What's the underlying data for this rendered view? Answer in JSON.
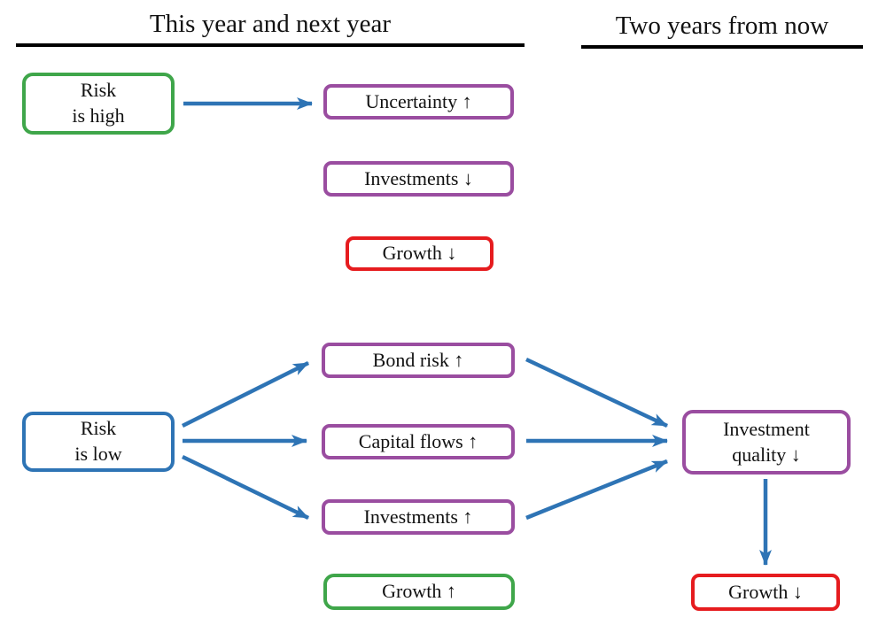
{
  "headers": {
    "left": "This year and next year",
    "right": "Two years from now"
  },
  "nodes": {
    "risk_high": {
      "label": "Risk\nis high",
      "border_color": "#3fa64a"
    },
    "uncertainty_up": {
      "label": "Uncertainty ↑",
      "border_color": "#9a4da0"
    },
    "investments_down": {
      "label": "Investments ↓",
      "border_color": "#9a4da0"
    },
    "growth_down_near": {
      "label": "Growth ↓",
      "border_color": "#e61c1f"
    },
    "risk_low": {
      "label": "Risk\nis low",
      "border_color": "#2e74b5"
    },
    "bond_risk_up": {
      "label": "Bond risk ↑",
      "border_color": "#9a4da0"
    },
    "capital_flows_up": {
      "label": "Capital flows ↑",
      "border_color": "#9a4da0"
    },
    "investments_up": {
      "label": "Investments ↑",
      "border_color": "#9a4da0"
    },
    "growth_up": {
      "label": "Growth ↑",
      "border_color": "#3fa64a"
    },
    "investment_quality": {
      "label": "Investment\nquality ↓",
      "border_color": "#9a4da0"
    },
    "growth_down_future": {
      "label": "Growth ↓",
      "border_color": "#e61c1f"
    }
  },
  "edges": [
    {
      "from": "risk_high",
      "to": "uncertainty_up"
    },
    {
      "from": "risk_low",
      "to": "bond_risk_up"
    },
    {
      "from": "risk_low",
      "to": "capital_flows_up"
    },
    {
      "from": "risk_low",
      "to": "investments_up"
    },
    {
      "from": "bond_risk_up",
      "to": "investment_quality"
    },
    {
      "from": "capital_flows_up",
      "to": "investment_quality"
    },
    {
      "from": "investments_up",
      "to": "investment_quality"
    },
    {
      "from": "investment_quality",
      "to": "growth_down_future"
    }
  ],
  "colors": {
    "green": "#3fa64a",
    "purple": "#9a4da0",
    "blue": "#2e74b5",
    "red": "#e61c1f",
    "arrow": "#2e74b5",
    "header_rule": "#000000",
    "text": "#111111",
    "background": "#ffffff"
  }
}
